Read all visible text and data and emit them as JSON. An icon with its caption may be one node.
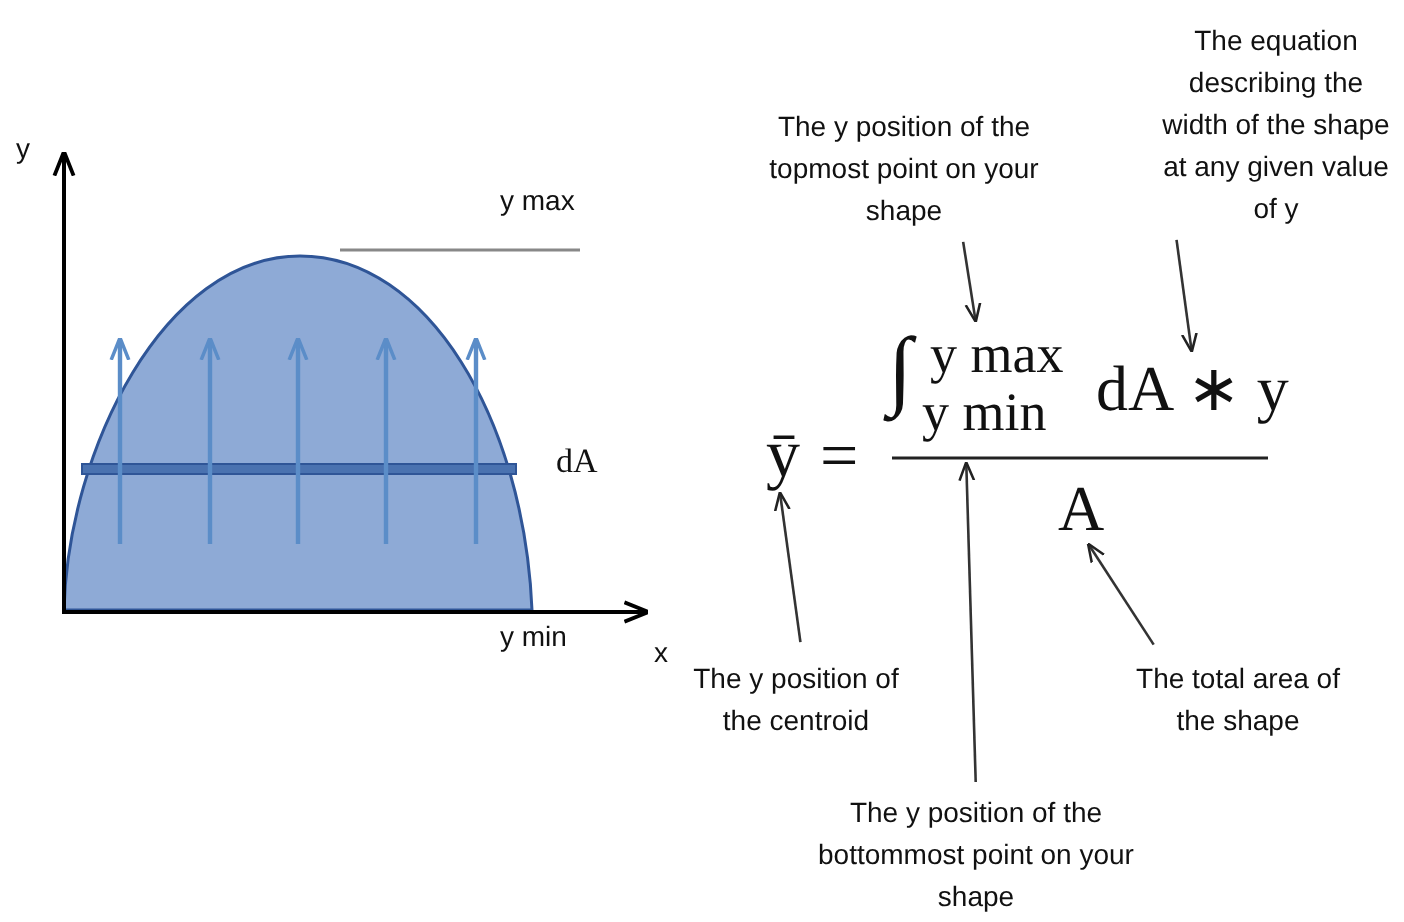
{
  "diagram": {
    "nodes": [
      {
        "text": [
          "The equation describing the width of the shape at any given value of y"
        ]
      },
      {
        "text": [
          "The y position of the topmost point on your shape"
        ]
      },
      {
        "text": [
          "y max"
        ]
      },
      {
        "text": [
          "dA ∗ y"
        ]
      },
      {
        "text": [
          "ȳ"
        ]
      },
      {
        "text": [
          "y min"
        ]
      },
      {
        "text": [
          "A"
        ]
      },
      {
        "text": [
          "The y position of the centroid"
        ]
      },
      {
        "text": [
          "The total area of the shape"
        ]
      },
      {
        "text": [
          "The y position of the bottommost point on your shape"
        ]
      }
    ],
    "edges": [
      {
        "from": 1,
        "to": 2,
        "arrow": "to"
      },
      {
        "from": 0,
        "to": 3,
        "arrow": "to"
      },
      {
        "from": 7,
        "to": 4,
        "arrow": "to"
      },
      {
        "from": 9,
        "to": 5,
        "arrow": "to"
      },
      {
        "from": 8,
        "to": 6,
        "arrow": "to"
      }
    ],
    "labels": [
      "y",
      "y max",
      "dA",
      "y min",
      "x",
      "=",
      "∫"
    ]
  }
}
